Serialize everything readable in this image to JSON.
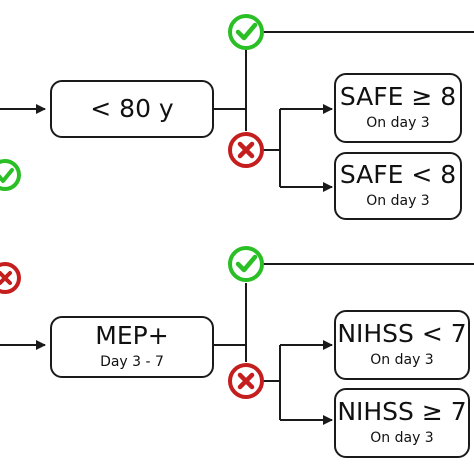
{
  "nodes": {
    "age_check": {
      "label": "< 80 y"
    },
    "safe_high": {
      "label": "SAFE ≥ 8",
      "sublabel": "On day 3"
    },
    "safe_low": {
      "label": "SAFE < 8",
      "sublabel": "On day 3"
    },
    "mep": {
      "label": "MEP+",
      "sublabel": "Day 3 - 7"
    },
    "nihss_low": {
      "label": "NIHSS < 7",
      "sublabel": "On day 3"
    },
    "nihss_high": {
      "label": "NIHSS ≥ 7",
      "sublabel": "On day 3"
    }
  },
  "colors": {
    "yes": "#2bbf26",
    "no": "#c41e1e",
    "line": "#1a1a1a"
  },
  "icons": {
    "yes": "check-circle-icon",
    "no": "x-circle-icon"
  }
}
